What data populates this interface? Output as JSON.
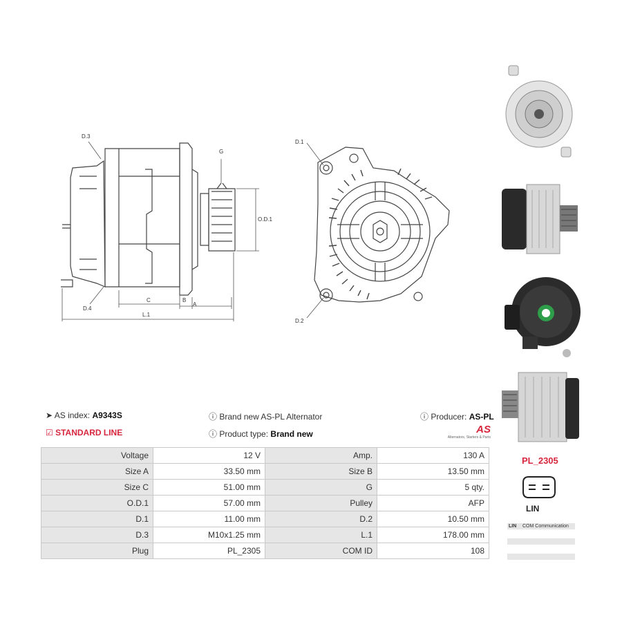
{
  "drawing_labels": {
    "d3": "D.3",
    "d4": "D.4",
    "g": "G",
    "od1": "O.D.1",
    "c": "C",
    "b": "B",
    "a": "A",
    "l1": "L.1",
    "d1": "D.1",
    "d2": "D.2"
  },
  "info": {
    "as_index_label": "AS index:",
    "as_index_value": "A9343S",
    "standard_line": "STANDARD LINE",
    "description": "Brand new AS-PL Alternator",
    "product_type_label": "Product type:",
    "product_type_value": "Brand new",
    "producer_label": "Producer:",
    "producer_value": "AS-PL",
    "logo_text": "AS",
    "logo_tagline": "Alternators, Starters & Parts"
  },
  "specs": [
    {
      "k1": "Voltage",
      "v1": "12 V",
      "k2": "Amp.",
      "v2": "130 A"
    },
    {
      "k1": "Size A",
      "v1": "33.50 mm",
      "k2": "Size B",
      "v2": "13.50 mm"
    },
    {
      "k1": "Size C",
      "v1": "51.00 mm",
      "k2": "G",
      "v2": "5 qty."
    },
    {
      "k1": "O.D.1",
      "v1": "57.00 mm",
      "k2": "Pulley",
      "v2": "AFP"
    },
    {
      "k1": "D.1",
      "v1": "11.00 mm",
      "k2": "D.2",
      "v2": "10.50 mm"
    },
    {
      "k1": "D.3",
      "v1": "M10x1.25 mm",
      "k2": "L.1",
      "v2": "178.00 mm"
    },
    {
      "k1": "Plug",
      "v1": "PL_2305",
      "k2": "COM ID",
      "v2": "108"
    }
  ],
  "plug": {
    "code": "PL_2305",
    "type": "LIN",
    "com_code": "LIN",
    "com_name": "COM Communication"
  },
  "colors": {
    "accent": "#d7263d",
    "label_bg": "#e6e6e6",
    "border": "#c9c9c9"
  },
  "icons": [
    "tag-icon",
    "info-icon",
    "checkbox-icon"
  ]
}
